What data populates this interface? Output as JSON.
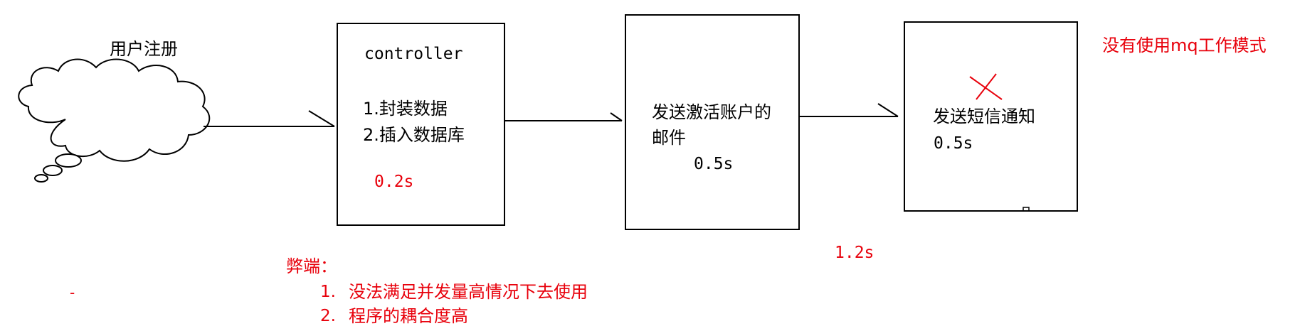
{
  "colors": {
    "ink": "#000000",
    "red": "#e8000b"
  },
  "start": {
    "label": "用户注册",
    "shape": "thought-cloud"
  },
  "controller": {
    "title": "controller",
    "step1": "1.封装数据",
    "step2": "2.插入数据库",
    "time": "0.2s"
  },
  "email": {
    "line1": "发送激活账户的",
    "line2": "邮件",
    "time": "0.5s"
  },
  "sms": {
    "label": "发送短信通知",
    "time": "0.5s",
    "crossed_out": true
  },
  "total_time": "1.2s",
  "mode_note": "没有使用mq工作模式",
  "drawbacks": {
    "heading": "弊端：",
    "items": [
      {
        "num": "1.",
        "text": "没法满足并发量高情况下去使用"
      },
      {
        "num": "2.",
        "text": "程序的耦合度高"
      }
    ]
  },
  "stray_mark": "-"
}
